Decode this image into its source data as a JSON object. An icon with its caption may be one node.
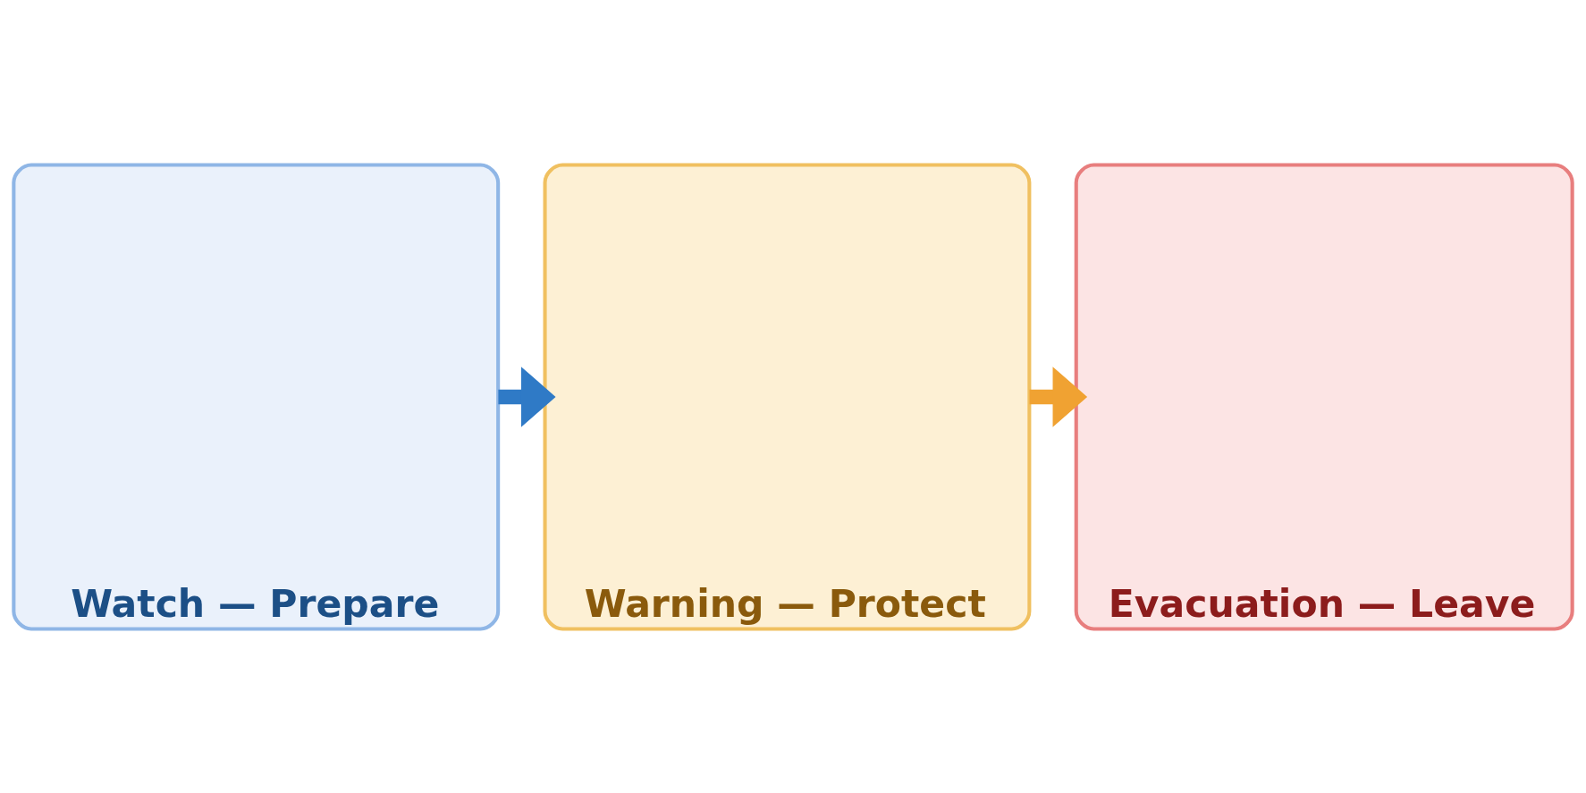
{
  "diagram": {
    "nodes": [
      {
        "text": [
          "Watch — Prepare"
        ]
      },
      {
        "text": [
          "Warning — Protect"
        ]
      },
      {
        "text": [
          "Evacuation — Leave"
        ]
      }
    ],
    "edges": [
      {
        "from": 0,
        "to": 1,
        "arrow": "to",
        "color": "#2f7ac6"
      },
      {
        "from": 1,
        "to": 2,
        "arrow": "to",
        "color": "#f0a232"
      }
    ]
  }
}
